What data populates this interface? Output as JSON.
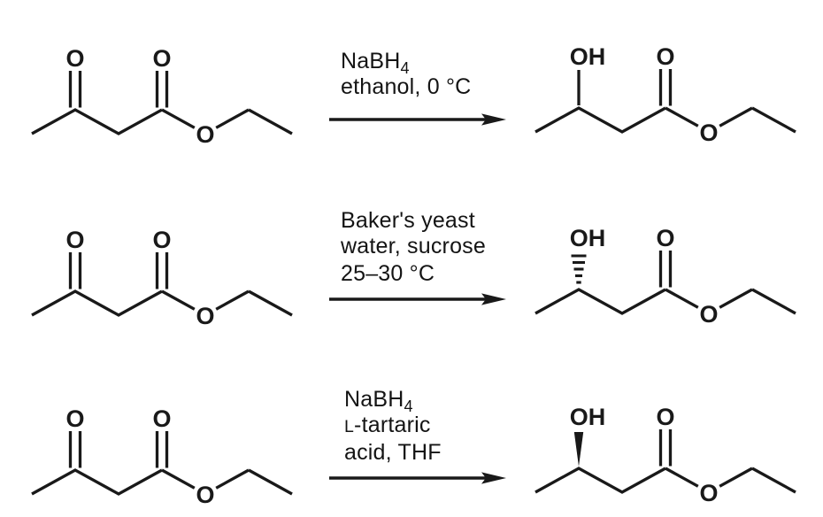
{
  "scheme": {
    "colors": {
      "line": "#191919",
      "background": "#ffffff"
    },
    "atoms": {
      "oxygen": "O",
      "hydroxyl": "OH"
    },
    "rows": [
      {
        "conditions": {
          "line1": "NaBH",
          "line1_sub": "4",
          "line2": "ethanol, 0 °C"
        },
        "product_stereo": "plain bond (racemic)"
      },
      {
        "conditions": {
          "line1": "Baker's yeast",
          "line2": "water, sucrose",
          "line3": "25–30 °C"
        },
        "product_stereo": "hashed wedge to OH"
      },
      {
        "conditions": {
          "line1": "NaBH",
          "line1_sub": "4",
          "line2_sc": "L",
          "line2": "-tartaric",
          "line3": "acid, THF"
        },
        "product_stereo": "bold wedge to OH"
      }
    ]
  }
}
